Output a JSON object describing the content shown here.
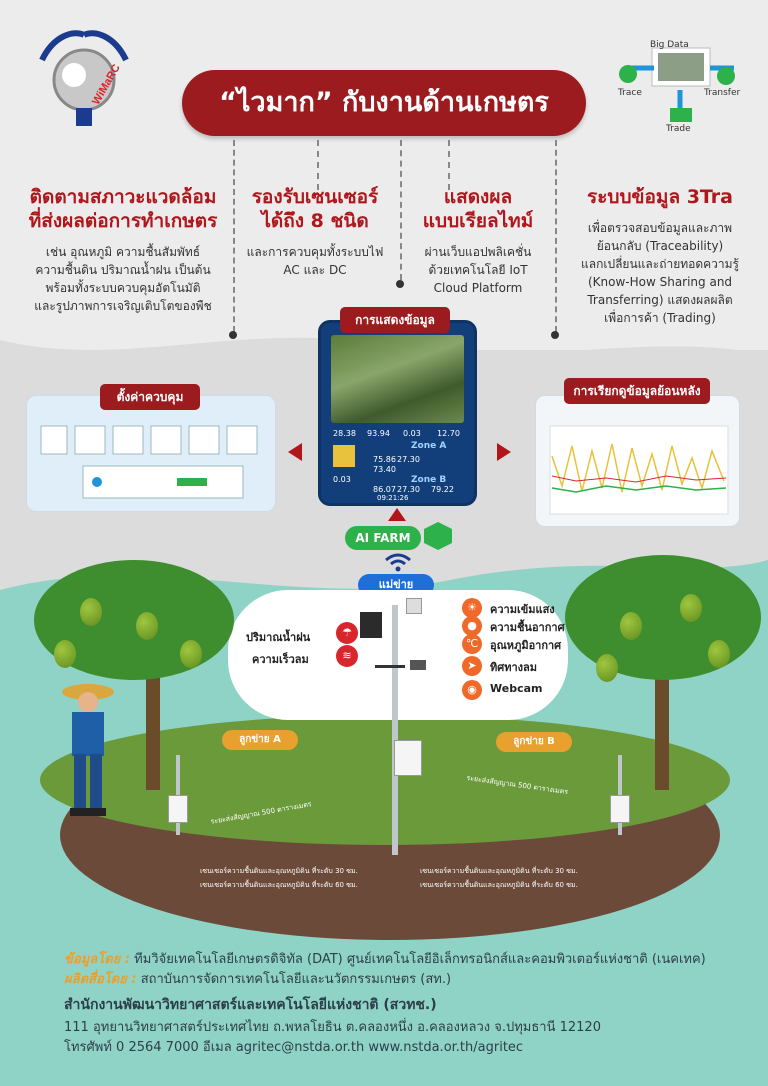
{
  "title": "“ไวมาก” กับงานด้านเกษตร",
  "logo": {
    "name": "WiMaRC",
    "icon": "wimarc-logo"
  },
  "top_right_icon": {
    "labels": [
      "Big Data",
      "Trace",
      "Transfer",
      "Trade"
    ]
  },
  "columns": [
    {
      "heading_lines": [
        "ติดตามสภาวะแวดล้อม",
        "ที่ส่งผลต่อการทำเกษตร"
      ],
      "body_lines": [
        "เช่น อุณหภูมิ ความชื้นสัมพัทธ์",
        "ความชื้นดิน ปริมาณน้ำฝน เป็นต้น",
        "พร้อมทั้งระบบควบคุมอัตโนมัติ",
        "และรูปภาพการเจริญเติบโตของพืช"
      ]
    },
    {
      "heading_lines": [
        "รองรับเซนเซอร์",
        "ได้ถึง 8 ชนิด"
      ],
      "body_lines": [
        "และการควบคุมทั้งระบบไฟ",
        "AC และ DC"
      ]
    },
    {
      "heading_lines": [
        "แสดงผล",
        "แบบเรียลไทม์"
      ],
      "body_lines": [
        "ผ่านเว็บแอปพลิเคชั่น",
        "ด้วยเทคโนโลยี IoT",
        "Cloud Platform"
      ]
    },
    {
      "heading_lines": [
        "ระบบข้อมูล 3Tra"
      ],
      "body_lines": [
        "เพื่อตรวจสอบข้อมูลและภาพ",
        "ย้อนกลับ (Traceability)",
        "แลกเปลี่ยนและถ่ายทอดความรู้",
        "(Know-How Sharing and",
        "Transferring) แสดงผลผลิต",
        "เพื่อการค้า (Trading)"
      ]
    }
  ],
  "display_label": "การแสดงข้อมูล",
  "control_label": "ตั้งค่าควบคุม",
  "history_label": "การเรียกดูข้อมูลย้อนหลัง",
  "phone": {
    "readings": [
      "28.38",
      "93.94",
      "0.03",
      "12.70"
    ],
    "zone_a": "Zone A",
    "zone_b": "Zone B",
    "a_vals": [
      "75.86",
      "27.30"
    ],
    "a_line2": "73.40",
    "b_vals": [
      "86.07",
      "27.30"
    ],
    "b_line2": "79.22",
    "left_b": "0.03",
    "time": "09:21:26"
  },
  "ai_farm": "AI FARM",
  "gateway": "แม่ข่าย",
  "sensors_right": [
    "ความเข้มแสง",
    "ความชื้นอากาศ",
    "อุณหภูมิอากาศ",
    "ทิศทางลม",
    "Webcam"
  ],
  "sensors_left": [
    "ปริมาณน้ำฝน",
    "ความเร็วลม"
  ],
  "node_a": "ลูกข่าย A",
  "node_b": "ลูกข่าย B",
  "range_text": "ระยะส่งสัญญาณ 500 ตารางเมตร",
  "soil_a": [
    "เซนเซอร์ความชื้นดินและอุณหภูมิดิน ที่ระดับ 30 ซม.",
    "เซนเซอร์ความชื้นดินและอุณหภูมิดิน ที่ระดับ 60 ซม."
  ],
  "soil_b": [
    "เซนเซอร์ความชื้นดินและอุณหภูมิดิน ที่ระดับ 30 ซม.",
    "เซนเซอร์ความชื้นดินและอุณหภูมิดิน ที่ระดับ 60 ซม."
  ],
  "footer": {
    "data_by_label": "ข้อมูลโดย :",
    "data_by": "ทีมวิจัยเทคโนโลยีเกษตรดิจิทัล (DAT) ศูนย์เทคโนโลยีอิเล็กทรอนิกส์และคอมพิวเตอร์แห่งชาติ (เนคเทค)",
    "produced_by_label": "ผลิตสื่อโดย :",
    "produced_by": "สถาบันการจัดการเทคโนโลยีและนวัตกรรมเกษตร (สท.)",
    "org": "สำนักงานพัฒนาวิทยาศาสตร์และเทคโนโลยีแห่งชาติ (สวทช.)",
    "address": "111 อุทยานวิทยาศาสตร์ประเทศไทย ถ.พหลโยธิน ต.คลองหนึ่ง อ.คลองหลวง จ.ปทุมธานี 12120",
    "contact": "โทรศัพท์ 0 2564 7000 อีเมล agritec@nstda.or.th www.nstda.or.th/agritec"
  },
  "colors": {
    "brand_red": "#9b1b1e",
    "accent_orange": "#e8a02e",
    "bg_teal": "#8fd3c6"
  }
}
